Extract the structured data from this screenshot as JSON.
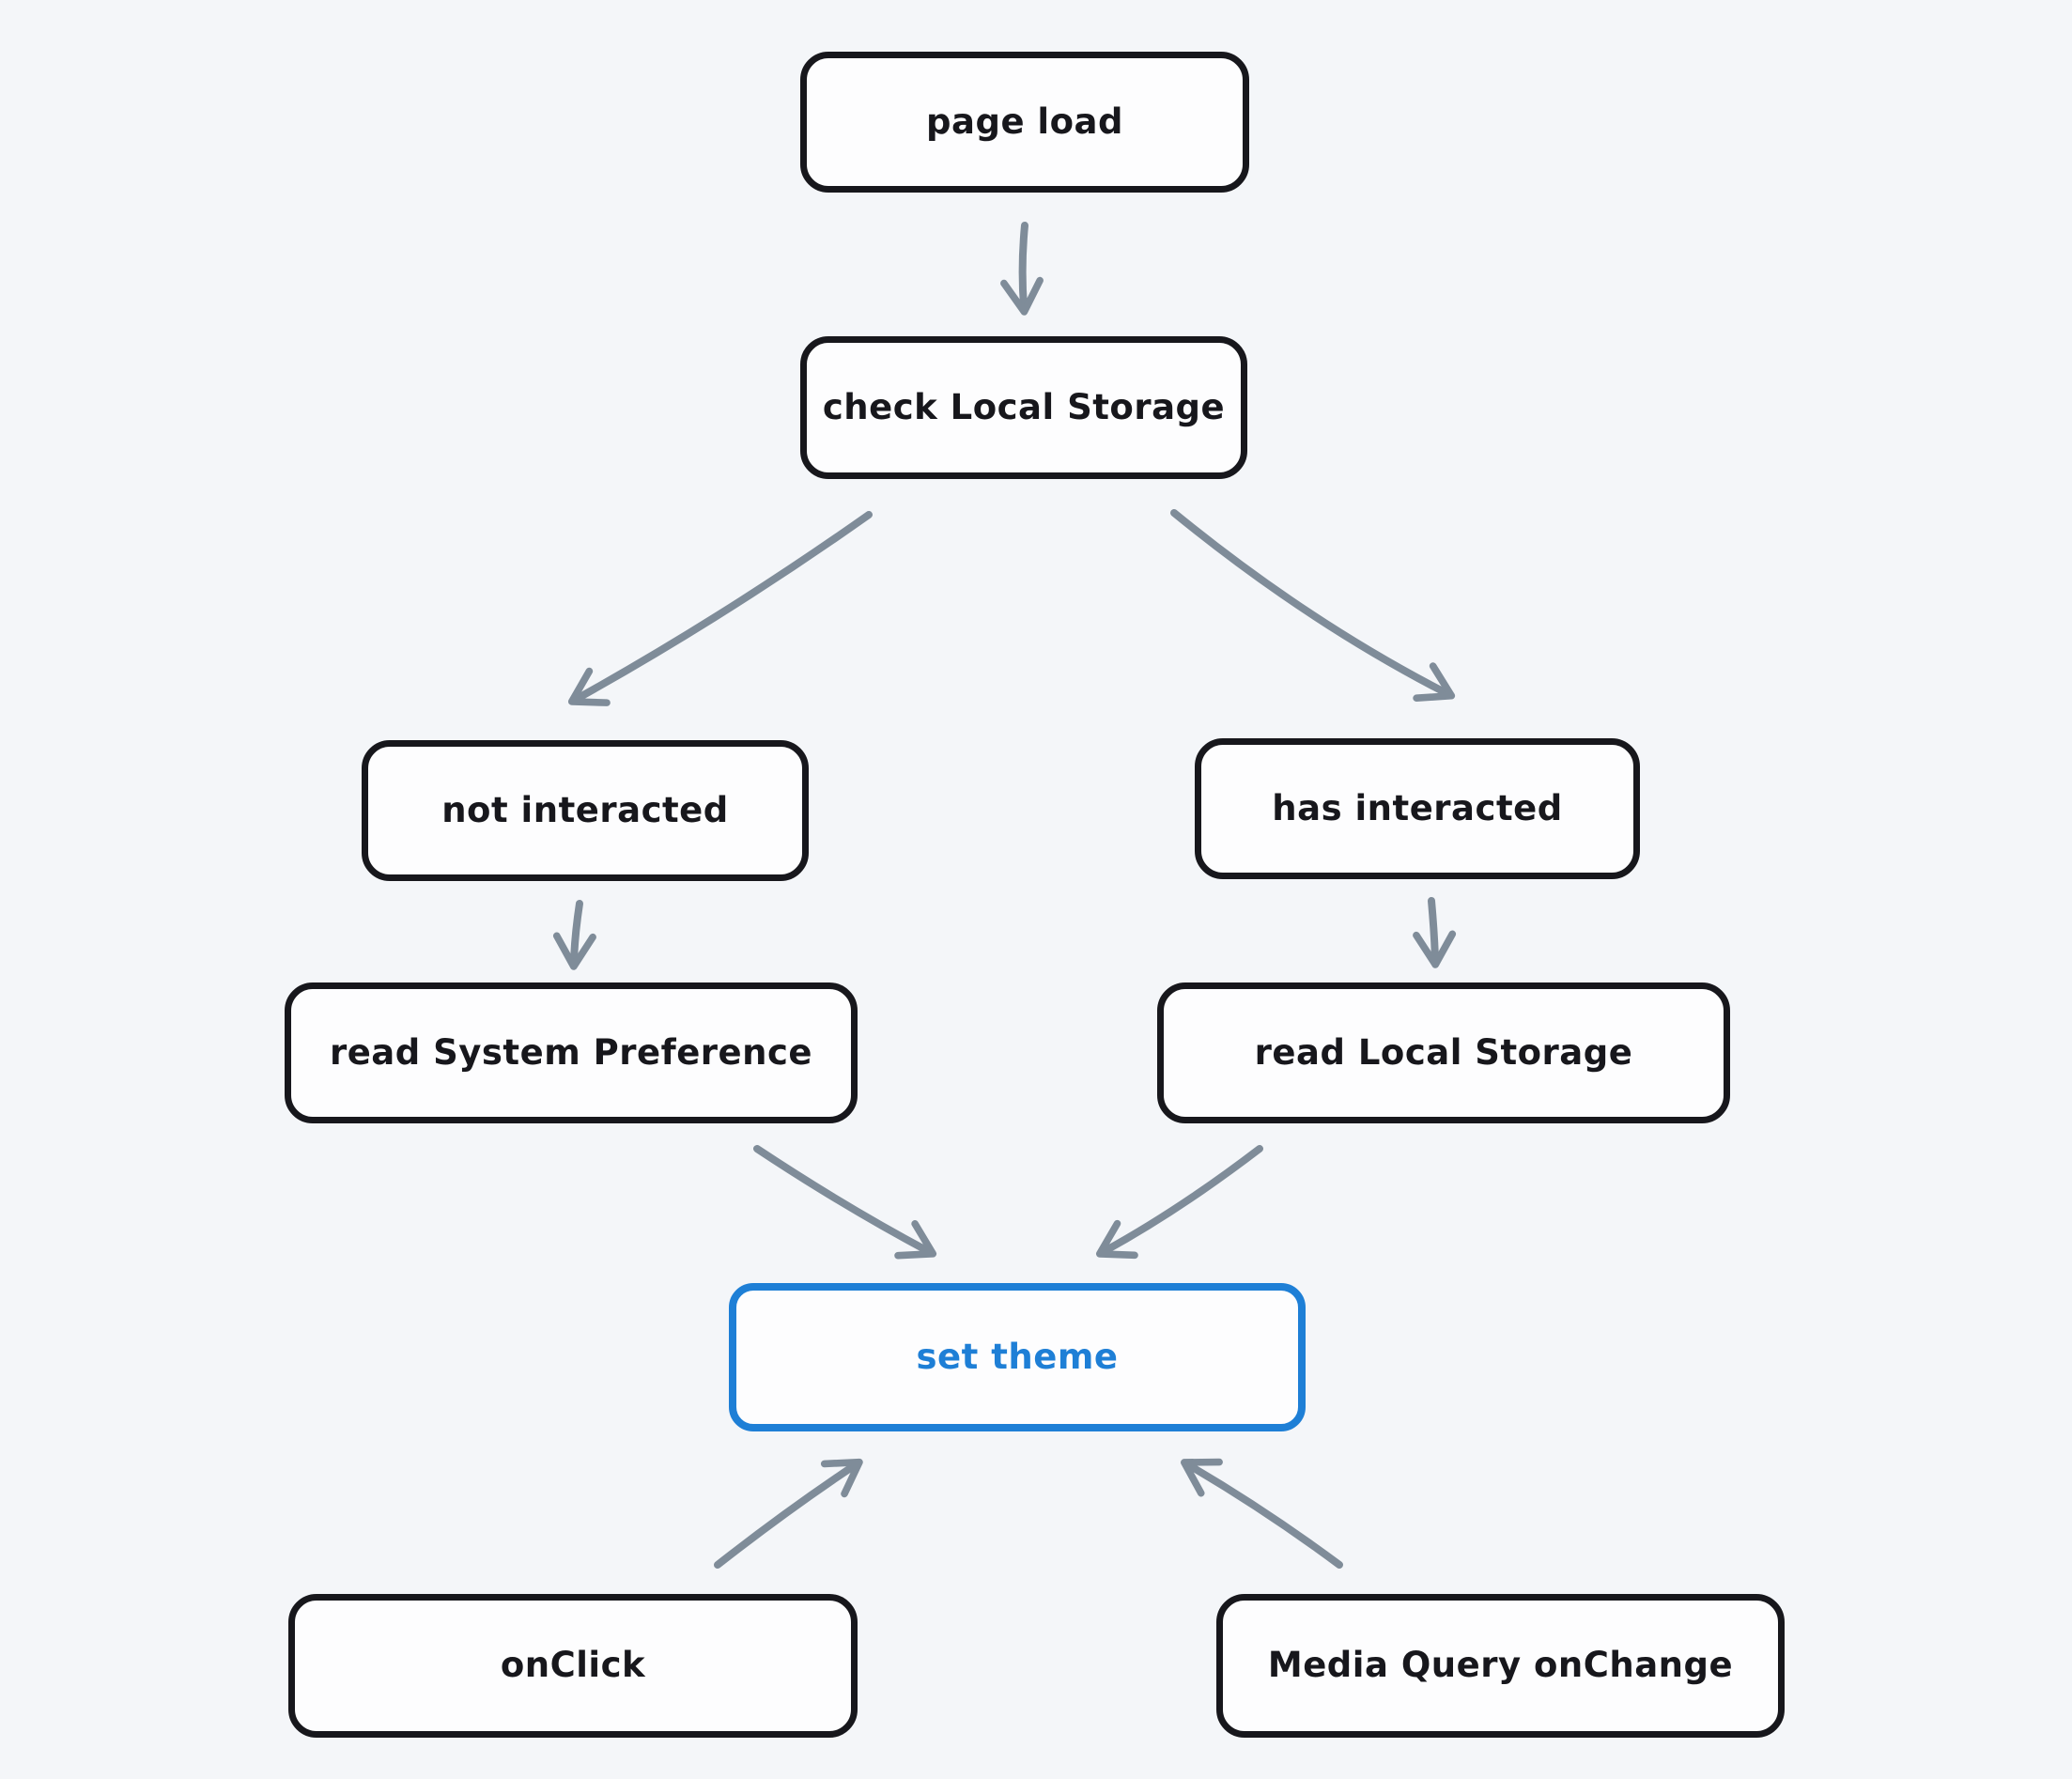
{
  "diagram": {
    "type": "flowchart",
    "style": "hand-drawn",
    "nodes": [
      {
        "id": "page-load",
        "label": "page load",
        "variant": "default"
      },
      {
        "id": "check-local-storage",
        "label": "check Local Storage",
        "variant": "default"
      },
      {
        "id": "not-interacted",
        "label": "not interacted",
        "variant": "default"
      },
      {
        "id": "has-interacted",
        "label": "has interacted",
        "variant": "default"
      },
      {
        "id": "read-system-preference",
        "label": "read System Preference",
        "variant": "default"
      },
      {
        "id": "read-local-storage",
        "label": "read Local Storage",
        "variant": "default"
      },
      {
        "id": "set-theme",
        "label": "set theme",
        "variant": "accent"
      },
      {
        "id": "on-click",
        "label": "onClick",
        "variant": "default"
      },
      {
        "id": "media-query-onchange",
        "label": "Media Query onChange",
        "variant": "default"
      }
    ],
    "edges": [
      {
        "from": "page-load",
        "to": "check-local-storage"
      },
      {
        "from": "check-local-storage",
        "to": "not-interacted"
      },
      {
        "from": "check-local-storage",
        "to": "has-interacted"
      },
      {
        "from": "not-interacted",
        "to": "read-system-preference"
      },
      {
        "from": "has-interacted",
        "to": "read-local-storage"
      },
      {
        "from": "read-system-preference",
        "to": "set-theme"
      },
      {
        "from": "read-local-storage",
        "to": "set-theme"
      },
      {
        "from": "on-click",
        "to": "set-theme"
      },
      {
        "from": "media-query-onchange",
        "to": "set-theme"
      }
    ],
    "colors": {
      "background": "#f4f6f9",
      "node_border": "#17171c",
      "node_fill": "#fdfdfe",
      "node_text": "#17171c",
      "accent_blue": "#1e7fd6",
      "arrow_gray": "#7f8c99"
    }
  }
}
